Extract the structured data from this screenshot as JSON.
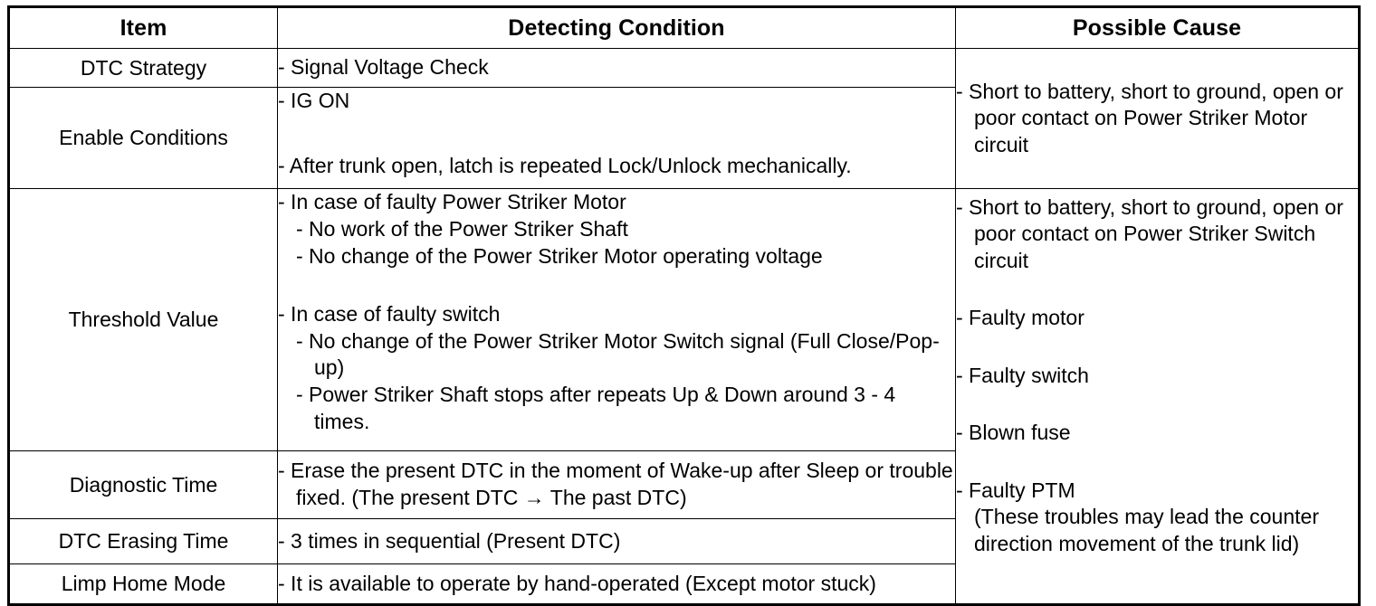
{
  "table": {
    "headers": {
      "item": "Item",
      "detecting_condition": "Detecting Condition",
      "possible_cause": "Possible Cause"
    },
    "rows": {
      "dtc_strategy": {
        "item": "DTC Strategy",
        "condition": "-  Signal Voltage Check"
      },
      "enable_conditions": {
        "item": "Enable Conditions",
        "condition_line1": "-  IG ON",
        "condition_line2": "-  After trunk open, latch is repeated Lock/Unlock mechanically."
      },
      "threshold_value": {
        "item": "Threshold Value",
        "block1_title": "-  In case of faulty Power Striker Motor",
        "block1_sub1": "-  No work of the Power Striker Shaft",
        "block1_sub2": "-  No change of the Power Striker Motor operating voltage",
        "block2_title": "-  In case of faulty switch",
        "block2_sub1": "-  No change of the Power Striker Motor Switch signal (Full Close/Pop-up)",
        "block2_sub2": "-  Power Striker Shaft stops after repeats Up & Down around 3 - 4 times."
      },
      "diagnostic_time": {
        "item": "Diagnostic Time",
        "condition": "-  Erase the present DTC in the moment of Wake-up after Sleep or trouble fixed. (The present DTC → The past DTC)"
      },
      "dtc_erasing_time": {
        "item": "DTC Erasing Time",
        "condition": "-  3 times in sequential (Present DTC)"
      },
      "limp_home_mode": {
        "item": "Limp Home Mode",
        "condition": "-  It is available to operate by hand-operated (Except motor stuck)"
      }
    },
    "possible_cause": {
      "group1": {
        "cause1": "-  Short to battery, short to ground, open or poor contact on Power Striker Motor circuit"
      },
      "group2": {
        "cause1": "-  Short to battery, short to ground, open or poor contact on Power Striker Switch circuit",
        "cause2": "-  Faulty motor",
        "cause3": "-  Faulty switch",
        "cause4": "-  Blown fuse",
        "cause5": "-  Faulty PTM",
        "cause5_note": "(These troubles may lead the counter direction movement of the trunk lid)"
      }
    }
  },
  "colors": {
    "border": "#000000",
    "text": "#000000",
    "background": "#ffffff"
  }
}
